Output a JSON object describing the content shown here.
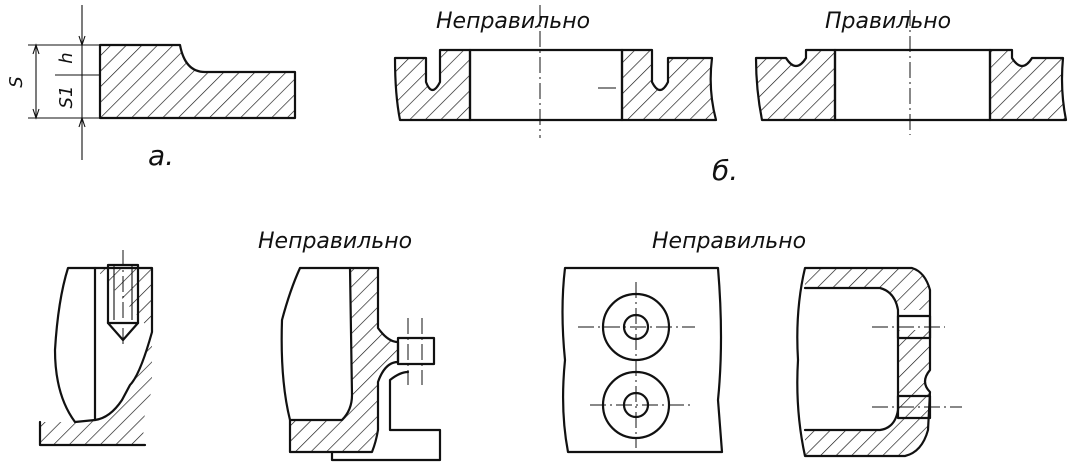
{
  "figures": {
    "a": {
      "label": "а.",
      "dims": {
        "s": "S",
        "h": "h",
        "s1": "S1"
      }
    },
    "b": {
      "label": "б.",
      "wrong_label": "Неправильно",
      "right_label": "Правильно"
    },
    "c": {
      "wrong_label": "Неправильно"
    },
    "d": {
      "wrong_label": "Неправильно"
    }
  }
}
